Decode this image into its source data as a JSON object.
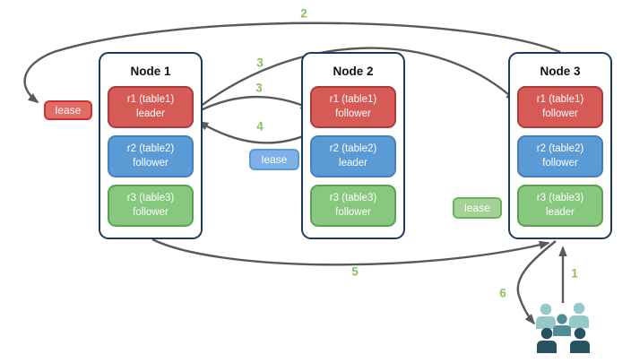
{
  "colors": {
    "node_border": "#1f3a5f",
    "red_fill": "#d65b56",
    "red_border": "#b03a37",
    "blue_fill": "#5b9bd5",
    "blue_border": "#4a7ebb",
    "green_fill": "#86c87e",
    "green_border": "#5ca052",
    "lease_red_fill": "#e06c68",
    "lease_red_border": "#cf2e2e",
    "lease_blue_fill": "#7eb1e8",
    "lease_blue_border": "#5b9bd5",
    "lease_green_fill": "#a2d295",
    "lease_green_border": "#6cb161",
    "arrow_gray": "#595959",
    "step_green": "#8cc05e",
    "users_light": "#97c8c9",
    "users_mid": "#4f8d99",
    "users_dark": "#27525f"
  },
  "nodes": [
    {
      "title": "Node 1",
      "replicas": [
        {
          "line1": "r1 (table1)",
          "line2": "leader"
        },
        {
          "line1": "r2 (table2)",
          "line2": "follower"
        },
        {
          "line1": "r3 (table3)",
          "line2": "follower"
        }
      ]
    },
    {
      "title": "Node 2",
      "replicas": [
        {
          "line1": "r1 (table1)",
          "line2": "follower"
        },
        {
          "line1": "r2 (table2)",
          "line2": "leader"
        },
        {
          "line1": "r3 (table3)",
          "line2": "follower"
        }
      ]
    },
    {
      "title": "Node 3",
      "replicas": [
        {
          "line1": "r1 (table1)",
          "line2": "follower"
        },
        {
          "line1": "r2 (table2)",
          "line2": "follower"
        },
        {
          "line1": "r3 (table3)",
          "line2": "leader"
        }
      ]
    }
  ],
  "leases": [
    {
      "label": "lease",
      "color": "#e06c68"
    },
    {
      "label": "lease",
      "color": "#7eb1e8"
    },
    {
      "label": "lease",
      "color": "#a2d295"
    }
  ],
  "flow_steps": [
    "1",
    "2",
    "3",
    "3",
    "4",
    "5",
    "6"
  ],
  "icons": {
    "users": "users-group-icon"
  }
}
